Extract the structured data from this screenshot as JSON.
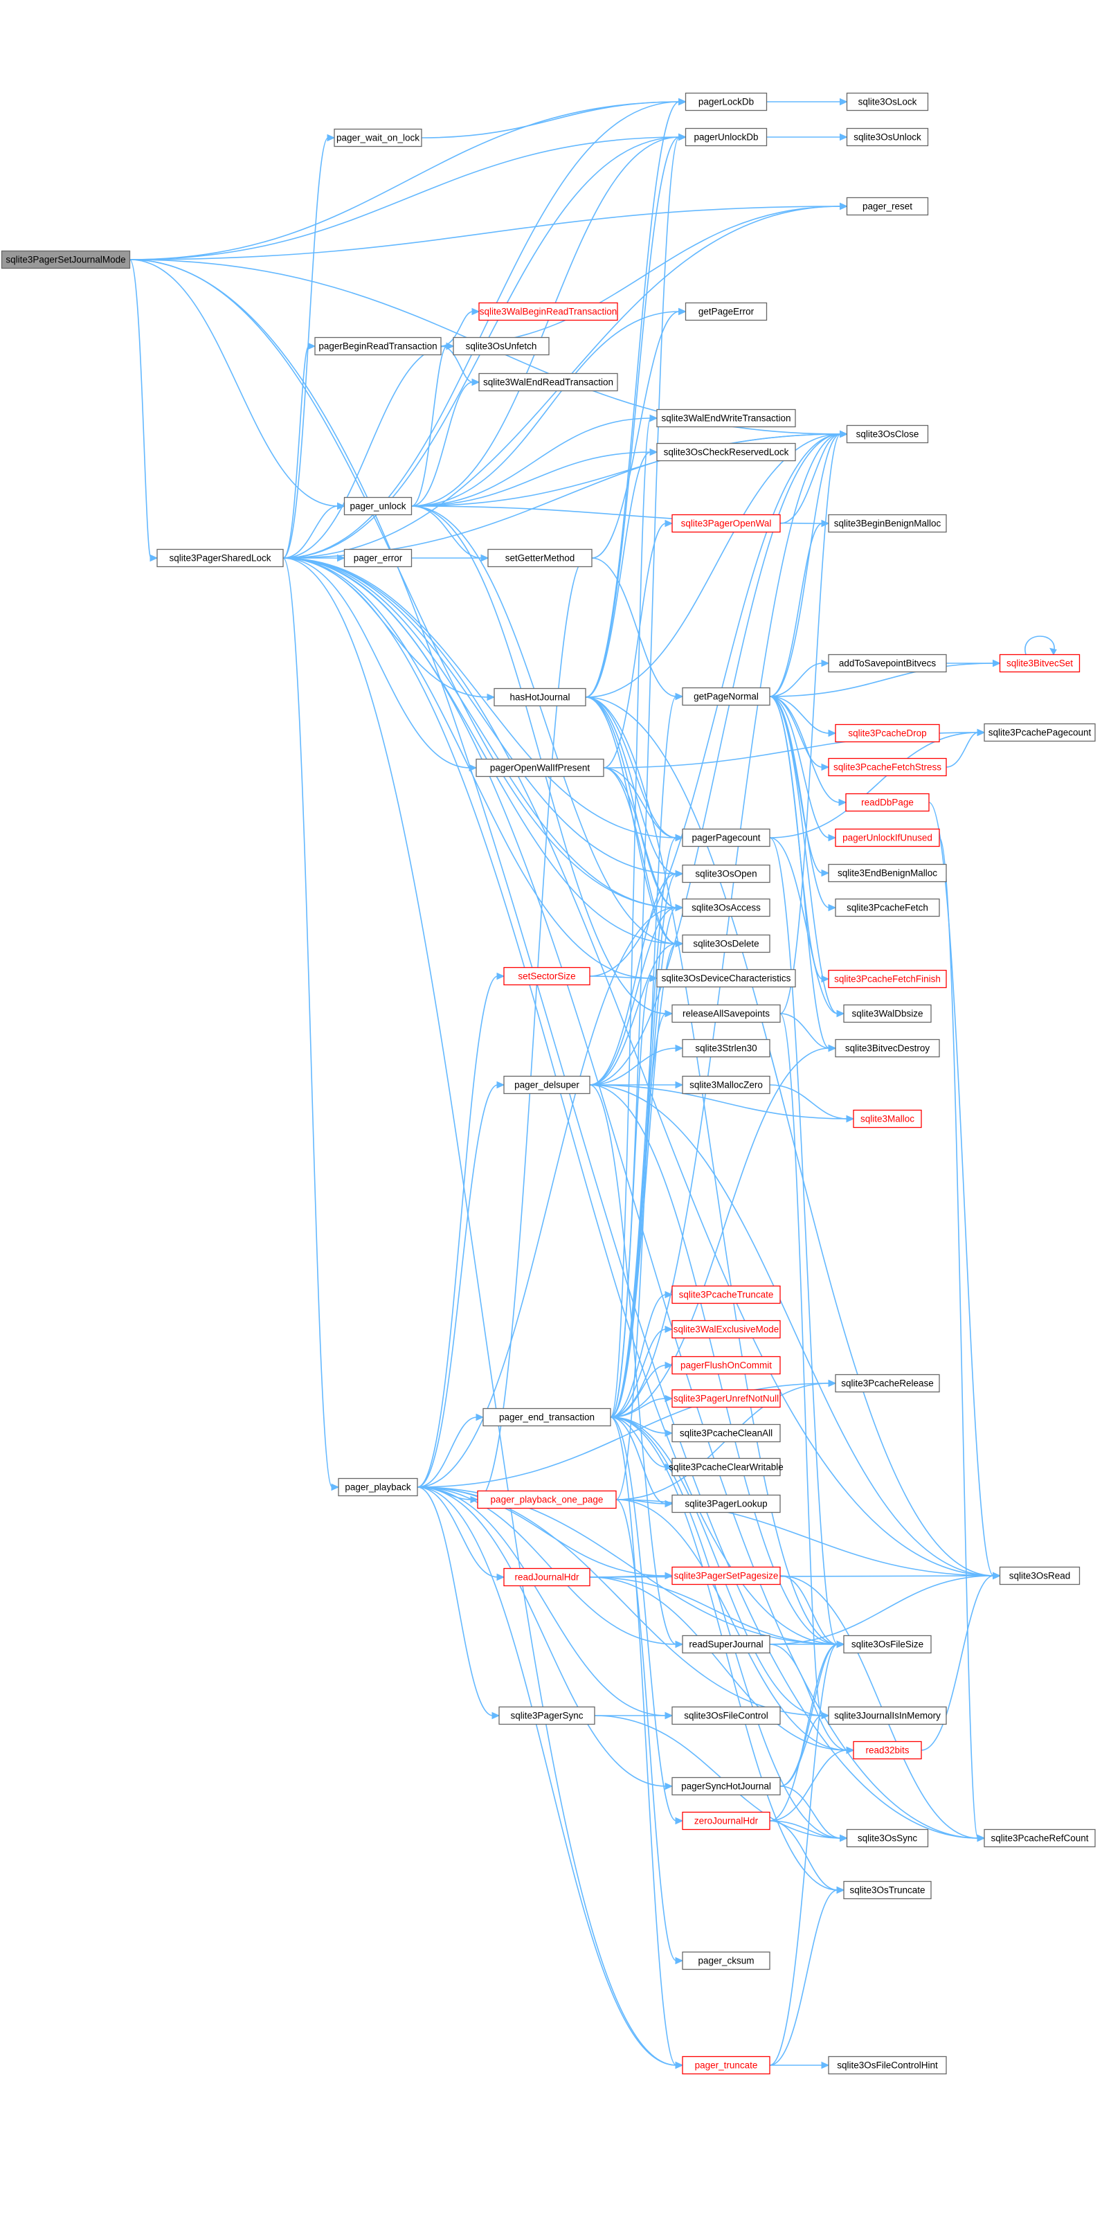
{
  "diagram": {
    "type": "call-graph",
    "colors": {
      "edge": "#63b8ff",
      "node_border": "#666666",
      "root_fill": "#999999",
      "link_red": "#ff0000"
    },
    "nodes": [
      {
        "id": "root",
        "label": "sqlite3PagerSetJournalMode",
        "style": "root"
      },
      {
        "id": "sharedlock",
        "label": "sqlite3PagerSharedLock",
        "style": "normal"
      },
      {
        "id": "waitonlock",
        "label": "pager_wait_on_lock",
        "style": "normal"
      },
      {
        "id": "beginread",
        "label": "pagerBeginReadTransaction",
        "style": "normal"
      },
      {
        "id": "unlock",
        "label": "pager_unlock",
        "style": "normal"
      },
      {
        "id": "error",
        "label": "pager_error",
        "style": "normal"
      },
      {
        "id": "playback",
        "label": "pager_playback",
        "style": "normal"
      },
      {
        "id": "walbeginread",
        "label": "sqlite3WalBeginReadTransaction",
        "style": "red"
      },
      {
        "id": "osunfetch",
        "label": "sqlite3OsUnfetch",
        "style": "normal"
      },
      {
        "id": "walendread",
        "label": "sqlite3WalEndReadTransaction",
        "style": "normal"
      },
      {
        "id": "setgetter",
        "label": "setGetterMethod",
        "style": "normal"
      },
      {
        "id": "hashot",
        "label": "hasHotJournal",
        "style": "normal"
      },
      {
        "id": "openwalifpresent",
        "label": "pagerOpenWalIfPresent",
        "style": "normal"
      },
      {
        "id": "setsector",
        "label": "setSectorSize",
        "style": "red"
      },
      {
        "id": "delsuper",
        "label": "pager_delsuper",
        "style": "normal"
      },
      {
        "id": "endtx",
        "label": "pager_end_transaction",
        "style": "normal"
      },
      {
        "id": "playbackone",
        "label": "pager_playback_one_page",
        "style": "red"
      },
      {
        "id": "readjhdr",
        "label": "readJournalHdr",
        "style": "red"
      },
      {
        "id": "pagersync",
        "label": "sqlite3PagerSync",
        "style": "normal"
      },
      {
        "id": "lockdb",
        "label": "pagerLockDb",
        "style": "normal"
      },
      {
        "id": "unlockdb",
        "label": "pagerUnlockDb",
        "style": "normal"
      },
      {
        "id": "getpageerror",
        "label": "getPageError",
        "style": "normal"
      },
      {
        "id": "walendwrite",
        "label": "sqlite3WalEndWriteTransaction",
        "style": "normal"
      },
      {
        "id": "checkreserved",
        "label": "sqlite3OsCheckReservedLock",
        "style": "normal"
      },
      {
        "id": "openwal",
        "label": "sqlite3PagerOpenWal",
        "style": "red"
      },
      {
        "id": "getpagenormal",
        "label": "getPageNormal",
        "style": "normal"
      },
      {
        "id": "pagecount",
        "label": "pagerPagecount",
        "style": "normal"
      },
      {
        "id": "osopen",
        "label": "sqlite3OsOpen",
        "style": "normal"
      },
      {
        "id": "osaccess",
        "label": "sqlite3OsAccess",
        "style": "normal"
      },
      {
        "id": "osdelete",
        "label": "sqlite3OsDelete",
        "style": "normal"
      },
      {
        "id": "devchar",
        "label": "sqlite3OsDeviceCharacteristics",
        "style": "normal"
      },
      {
        "id": "releasesp",
        "label": "releaseAllSavepoints",
        "style": "normal"
      },
      {
        "id": "strlen30",
        "label": "sqlite3Strlen30",
        "style": "normal"
      },
      {
        "id": "malloczero",
        "label": "sqlite3MallocZero",
        "style": "normal"
      },
      {
        "id": "pctrunc",
        "label": "sqlite3PcacheTruncate",
        "style": "red"
      },
      {
        "id": "walexcl",
        "label": "sqlite3WalExclusiveMode",
        "style": "red"
      },
      {
        "id": "flushcommit",
        "label": "pagerFlushOnCommit",
        "style": "red"
      },
      {
        "id": "unrefnotnull",
        "label": "sqlite3PagerUnrefNotNull",
        "style": "red"
      },
      {
        "id": "pccleanall",
        "label": "sqlite3PcacheCleanAll",
        "style": "normal"
      },
      {
        "id": "pcclearwritable",
        "label": "sqlite3PcacheClearWritable",
        "style": "normal"
      },
      {
        "id": "pagerlookup",
        "label": "sqlite3PagerLookup",
        "style": "normal"
      },
      {
        "id": "setpagesize",
        "label": "sqlite3PagerSetPagesize",
        "style": "red"
      },
      {
        "id": "readsuper",
        "label": "readSuperJournal",
        "style": "normal"
      },
      {
        "id": "filecontrol",
        "label": "sqlite3OsFileControl",
        "style": "normal"
      },
      {
        "id": "synchot",
        "label": "pagerSyncHotJournal",
        "style": "normal"
      },
      {
        "id": "zerojhdr",
        "label": "zeroJournalHdr",
        "style": "red"
      },
      {
        "id": "cksum",
        "label": "pager_cksum",
        "style": "normal"
      },
      {
        "id": "ptruncate",
        "label": "pager_truncate",
        "style": "red"
      },
      {
        "id": "oslock",
        "label": "sqlite3OsLock",
        "style": "normal"
      },
      {
        "id": "osunlock",
        "label": "sqlite3OsUnlock",
        "style": "normal"
      },
      {
        "id": "reset",
        "label": "pager_reset",
        "style": "normal"
      },
      {
        "id": "osclose",
        "label": "sqlite3OsClose",
        "style": "normal"
      },
      {
        "id": "beginbenign",
        "label": "sqlite3BeginBenignMalloc",
        "style": "normal"
      },
      {
        "id": "addtosp",
        "label": "addToSavepointBitvecs",
        "style": "normal"
      },
      {
        "id": "pcdrop",
        "label": "sqlite3PcacheDrop",
        "style": "red"
      },
      {
        "id": "pcfetchstress",
        "label": "sqlite3PcacheFetchStress",
        "style": "red"
      },
      {
        "id": "readdbpage",
        "label": "readDbPage",
        "style": "red"
      },
      {
        "id": "unlockifunused",
        "label": "pagerUnlockIfUnused",
        "style": "red"
      },
      {
        "id": "endbenign",
        "label": "sqlite3EndBenignMalloc",
        "style": "normal"
      },
      {
        "id": "pcfetch",
        "label": "sqlite3PcacheFetch",
        "style": "normal"
      },
      {
        "id": "pcfetchfinish",
        "label": "sqlite3PcacheFetchFinish",
        "style": "red"
      },
      {
        "id": "waldbsize",
        "label": "sqlite3WalDbsize",
        "style": "normal"
      },
      {
        "id": "bitvecdestroy",
        "label": "sqlite3BitvecDestroy",
        "style": "normal"
      },
      {
        "id": "smalloc",
        "label": "sqlite3Malloc",
        "style": "red"
      },
      {
        "id": "pcrelease",
        "label": "sqlite3PcacheRelease",
        "style": "normal"
      },
      {
        "id": "osfilesize",
        "label": "sqlite3OsFileSize",
        "style": "normal"
      },
      {
        "id": "jinmem",
        "label": "sqlite3JournalIsInMemory",
        "style": "normal"
      },
      {
        "id": "read32",
        "label": "read32bits",
        "style": "red"
      },
      {
        "id": "ossync",
        "label": "sqlite3OsSync",
        "style": "normal"
      },
      {
        "id": "ostruncate",
        "label": "sqlite3OsTruncate",
        "style": "normal"
      },
      {
        "id": "fchint",
        "label": "sqlite3OsFileControlHint",
        "style": "normal"
      },
      {
        "id": "bitvecset",
        "label": "sqlite3BitvecSet",
        "style": "red"
      },
      {
        "id": "pcpagecount",
        "label": "sqlite3PcachePagecount",
        "style": "normal"
      },
      {
        "id": "osread",
        "label": "sqlite3OsRead",
        "style": "normal"
      },
      {
        "id": "pcrefcount",
        "label": "sqlite3PcacheRefCount",
        "style": "normal"
      }
    ],
    "edges": [
      [
        "root",
        "sharedlock"
      ],
      [
        "root",
        "unlock"
      ],
      [
        "root",
        "lockdb"
      ],
      [
        "root",
        "unlockdb"
      ],
      [
        "root",
        "reset"
      ],
      [
        "root",
        "osclose"
      ],
      [
        "root",
        "osaccess"
      ],
      [
        "root",
        "pcrefcount"
      ],
      [
        "sharedlock",
        "waitonlock"
      ],
      [
        "sharedlock",
        "beginread"
      ],
      [
        "sharedlock",
        "unlock"
      ],
      [
        "sharedlock",
        "error"
      ],
      [
        "sharedlock",
        "playback"
      ],
      [
        "sharedlock",
        "lockdb"
      ],
      [
        "sharedlock",
        "unlockdb"
      ],
      [
        "sharedlock",
        "reset"
      ],
      [
        "sharedlock",
        "osunfetch"
      ],
      [
        "sharedlock",
        "hashot"
      ],
      [
        "sharedlock",
        "openwalifpresent"
      ],
      [
        "sharedlock",
        "pagecount"
      ],
      [
        "sharedlock",
        "osopen"
      ],
      [
        "sharedlock",
        "osaccess"
      ],
      [
        "sharedlock",
        "osdelete"
      ],
      [
        "sharedlock",
        "osclose"
      ],
      [
        "sharedlock",
        "osread"
      ],
      [
        "sharedlock",
        "osfilesize"
      ],
      [
        "sharedlock",
        "pcrefcount"
      ],
      [
        "sharedlock",
        "devchar"
      ],
      [
        "sharedlock",
        "ptruncate"
      ],
      [
        "waitonlock",
        "lockdb"
      ],
      [
        "beginread",
        "walbeginread"
      ],
      [
        "beginread",
        "osunfetch"
      ],
      [
        "beginread",
        "walendread"
      ],
      [
        "beginread",
        "reset"
      ],
      [
        "unlock",
        "osunfetch"
      ],
      [
        "unlock",
        "walendread"
      ],
      [
        "unlock",
        "unlockdb"
      ],
      [
        "unlock",
        "setgetter"
      ],
      [
        "unlock",
        "walendwrite"
      ],
      [
        "unlock",
        "osclose"
      ],
      [
        "unlock",
        "beginbenign"
      ],
      [
        "unlock",
        "releasesp"
      ],
      [
        "unlock",
        "getpageerror"
      ],
      [
        "unlock",
        "osdelete"
      ],
      [
        "unlock",
        "checkreserved"
      ],
      [
        "error",
        "setgetter"
      ],
      [
        "setgetter",
        "getpageerror"
      ],
      [
        "setgetter",
        "getpagenormal"
      ],
      [
        "hashot",
        "lockdb"
      ],
      [
        "hashot",
        "unlockdb"
      ],
      [
        "hashot",
        "osaccess"
      ],
      [
        "hashot",
        "osdelete"
      ],
      [
        "hashot",
        "osopen"
      ],
      [
        "hashot",
        "osread"
      ],
      [
        "hashot",
        "osclose"
      ],
      [
        "hashot",
        "pagecount"
      ],
      [
        "hashot",
        "checkreserved"
      ],
      [
        "hashot",
        "osfilesize"
      ],
      [
        "openwalifpresent",
        "openwal"
      ],
      [
        "openwalifpresent",
        "pagecount"
      ],
      [
        "openwalifpresent",
        "osaccess"
      ],
      [
        "openwalifpresent",
        "osdelete"
      ],
      [
        "openwalifpresent",
        "pcpagecount"
      ],
      [
        "playback",
        "setsector"
      ],
      [
        "playback",
        "delsuper"
      ],
      [
        "playback",
        "endtx"
      ],
      [
        "playback",
        "playbackone"
      ],
      [
        "playback",
        "readjhdr"
      ],
      [
        "playback",
        "pagersync"
      ],
      [
        "playback",
        "readsuper"
      ],
      [
        "playback",
        "setpagesize"
      ],
      [
        "playback",
        "osfilesize"
      ],
      [
        "playback",
        "ptruncate"
      ],
      [
        "playback",
        "osaccess"
      ],
      [
        "playback",
        "synchot"
      ],
      [
        "playback",
        "filecontrol"
      ],
      [
        "playback",
        "jinmem"
      ],
      [
        "playback",
        "pcrelease"
      ],
      [
        "setsector",
        "devchar"
      ],
      [
        "setsector",
        "osclose"
      ],
      [
        "delsuper",
        "osopen"
      ],
      [
        "delsuper",
        "osaccess"
      ],
      [
        "delsuper",
        "osdelete"
      ],
      [
        "delsuper",
        "osclose"
      ],
      [
        "delsuper",
        "osfilesize"
      ],
      [
        "delsuper",
        "osread"
      ],
      [
        "delsuper",
        "strlen30"
      ],
      [
        "delsuper",
        "malloczero"
      ],
      [
        "delsuper",
        "smalloc"
      ],
      [
        "delsuper",
        "readsuper"
      ],
      [
        "endtx",
        "releasesp"
      ],
      [
        "endtx",
        "pctrunc"
      ],
      [
        "endtx",
        "walexcl"
      ],
      [
        "endtx",
        "flushcommit"
      ],
      [
        "endtx",
        "unrefnotnull"
      ],
      [
        "endtx",
        "pccleanall"
      ],
      [
        "endtx",
        "pcclearwritable"
      ],
      [
        "endtx",
        "pagerlookup"
      ],
      [
        "endtx",
        "osclose"
      ],
      [
        "endtx",
        "osdelete"
      ],
      [
        "endtx",
        "walendwrite"
      ],
      [
        "endtx",
        "unlockdb"
      ],
      [
        "endtx",
        "zerojhdr"
      ],
      [
        "endtx",
        "ostruncate"
      ],
      [
        "endtx",
        "jinmem"
      ],
      [
        "endtx",
        "ossync"
      ],
      [
        "endtx",
        "devchar"
      ],
      [
        "endtx",
        "osaccess"
      ],
      [
        "endtx",
        "osopen"
      ],
      [
        "endtx",
        "pagecount"
      ],
      [
        "endtx",
        "ptruncate"
      ],
      [
        "endtx",
        "bitvecdestroy"
      ],
      [
        "playbackone",
        "pagerlookup"
      ],
      [
        "playbackone",
        "osread"
      ],
      [
        "playbackone",
        "read32"
      ],
      [
        "playbackone",
        "pcrelease"
      ],
      [
        "playbackone",
        "cksum"
      ],
      [
        "playbackone",
        "setgetter"
      ],
      [
        "playbackone",
        "getpagenormal"
      ],
      [
        "readjhdr",
        "osread"
      ],
      [
        "readjhdr",
        "read32"
      ],
      [
        "readjhdr",
        "osfilesize"
      ],
      [
        "readjhdr",
        "setpagesize"
      ],
      [
        "pagersync",
        "filecontrol"
      ],
      [
        "pagersync",
        "ossync"
      ],
      [
        "getpagenormal",
        "addtosp"
      ],
      [
        "getpagenormal",
        "bitvecset"
      ],
      [
        "getpagenormal",
        "pcdrop"
      ],
      [
        "getpagenormal",
        "pcfetchstress"
      ],
      [
        "getpagenormal",
        "readdbpage"
      ],
      [
        "getpagenormal",
        "unlockifunused"
      ],
      [
        "getpagenormal",
        "endbenign"
      ],
      [
        "getpagenormal",
        "pcfetch"
      ],
      [
        "getpagenormal",
        "pcfetchfinish"
      ],
      [
        "getpagenormal",
        "waldbsize"
      ],
      [
        "getpagenormal",
        "bitvecdestroy"
      ],
      [
        "getpagenormal",
        "beginbenign"
      ],
      [
        "getpagenormal",
        "osclose"
      ],
      [
        "lockdb",
        "oslock"
      ],
      [
        "unlockdb",
        "osunlock"
      ],
      [
        "pagecount",
        "osfilesize"
      ],
      [
        "pagecount",
        "waldbsize"
      ],
      [
        "pagecount",
        "pcpagecount"
      ],
      [
        "releasesp",
        "bitvecdestroy"
      ],
      [
        "releasesp",
        "osclose"
      ],
      [
        "releasesp",
        "jinmem"
      ],
      [
        "malloczero",
        "smalloc"
      ],
      [
        "setpagesize",
        "osfilesize"
      ],
      [
        "setpagesize",
        "pcrefcount"
      ],
      [
        "readsuper",
        "osfilesize"
      ],
      [
        "readsuper",
        "osread"
      ],
      [
        "readsuper",
        "read32"
      ],
      [
        "synchot",
        "osfilesize"
      ],
      [
        "synchot",
        "ossync"
      ],
      [
        "synchot",
        "jinmem"
      ],
      [
        "zerojhdr",
        "osfilesize"
      ],
      [
        "zerojhdr",
        "ossync"
      ],
      [
        "zerojhdr",
        "ostruncate"
      ],
      [
        "zerojhdr",
        "read32"
      ],
      [
        "ptruncate",
        "fchint"
      ],
      [
        "ptruncate",
        "osfilesize"
      ],
      [
        "ptruncate",
        "ostruncate"
      ],
      [
        "addtosp",
        "bitvecset"
      ],
      [
        "bitvecset",
        "bitvecset"
      ],
      [
        "pcfetchstress",
        "pcpagecount"
      ],
      [
        "readdbpage",
        "osread"
      ],
      [
        "unlockifunused",
        "pcrefcount"
      ],
      [
        "read32",
        "osread"
      ],
      [
        "openwal",
        "osclose"
      ]
    ]
  }
}
